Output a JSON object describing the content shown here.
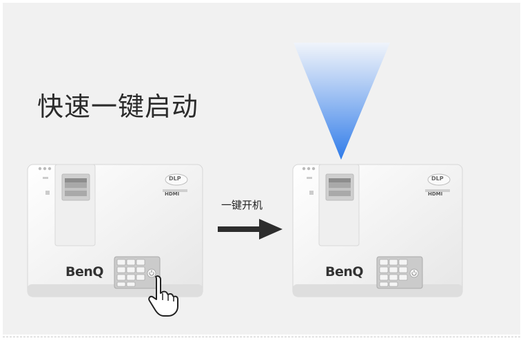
{
  "headline": "快速一键启动",
  "action_label": "一键开机",
  "projector_left": {
    "brand": "BenQ",
    "badge_dlp": "DLP",
    "badge_hdmi": "HDMI"
  },
  "projector_right": {
    "brand": "BenQ",
    "badge_dlp": "DLP",
    "badge_hdmi": "HDMI"
  },
  "colors": {
    "background": "#f1f1f1",
    "beam_top": "#f0f4fb",
    "beam_bottom": "#2f7be9",
    "arrow": "#2d2d2d"
  }
}
